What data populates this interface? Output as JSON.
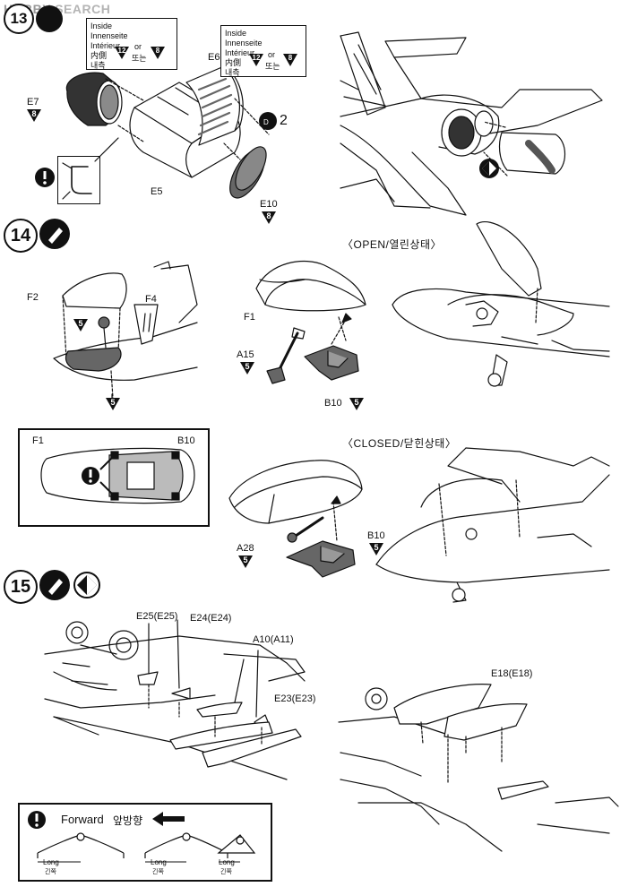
{
  "watermark": {
    "part1": "HOBBY",
    "part2": " SEARCH"
  },
  "steps": {
    "s13": "13",
    "s14": "14",
    "s15": "15"
  },
  "step13": {
    "note": {
      "line1": "Inside",
      "line2": "Innenseite",
      "line3": "Intérieur",
      "line4": "内側",
      "line5": "내측",
      "color_a": "12",
      "or1": "or",
      "or2": "또는",
      "color_b": "8"
    },
    "parts": {
      "e6": "E6",
      "e7": "E7",
      "e7_color": "8",
      "e5": "E5",
      "e10": "E10",
      "e10_color": "8",
      "decal": "2"
    }
  },
  "step14": {
    "open_title": "〈OPEN/열린상태〉",
    "closed_title": "〈CLOSED/닫힌상태〉",
    "parts": {
      "f2": "F2",
      "f4": "F4",
      "f4_color": "5",
      "base_color": "5",
      "f1": "F1",
      "a15": "A15",
      "a15_color": "5",
      "b10": "B10",
      "b10_color": "5",
      "inset_f1": "F1",
      "inset_b10": "B10",
      "a28": "A28",
      "a28_color": "5",
      "closed_b10": "B10",
      "closed_b10_color": "5"
    }
  },
  "step15": {
    "parts": {
      "e25": "E25(E25)",
      "e24": "E24(E24)",
      "a10": "A10(A11)",
      "e23": "E23(E23)",
      "e18": "E18(E18)"
    },
    "legend": {
      "forward": "Forward",
      "forward_kr": "앞방향",
      "long1": "Long",
      "long1_kr": "긴쪽",
      "long2": "Long",
      "long2_kr": "긴쪽",
      "long3": "Long",
      "long3_kr": "긴쪽"
    }
  },
  "colors": {
    "ink": "#111111",
    "paint_dark": "#555555",
    "paint_mid": "#9a9a9a",
    "watermark": "#9a9a9a"
  }
}
